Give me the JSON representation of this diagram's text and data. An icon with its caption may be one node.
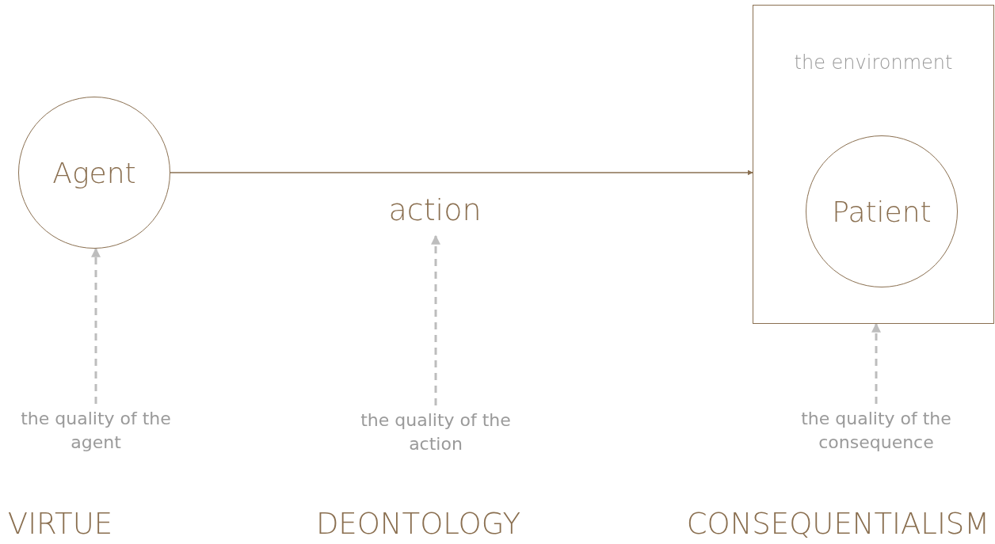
{
  "diagram": {
    "nodes": [
      {
        "text": [
          "Agent"
        ]
      },
      {
        "text": [
          "action"
        ]
      },
      {
        "text": [
          "the environment"
        ]
      },
      {
        "text": [
          "Patient"
        ],
        "in": 2
      },
      {
        "text": [
          "the quality of the agent"
        ]
      },
      {
        "text": [
          "the quality of the action"
        ]
      },
      {
        "text": [
          "the quality of the consequence"
        ]
      }
    ],
    "edges": [
      {
        "from": 0,
        "to": 2,
        "arrow": "to",
        "color": "#8a6f50"
      },
      {
        "from": 4,
        "to": 0,
        "arrow": "to",
        "style": "dashed"
      },
      {
        "from": 5,
        "to": 1,
        "arrow": "to",
        "style": "dashed"
      },
      {
        "from": 6,
        "to": 2,
        "arrow": "to",
        "style": "dashed"
      }
    ],
    "labels": [
      "VIRTUE",
      "DEONTOLOGY",
      "CONSEQUENTIALISM"
    ]
  }
}
